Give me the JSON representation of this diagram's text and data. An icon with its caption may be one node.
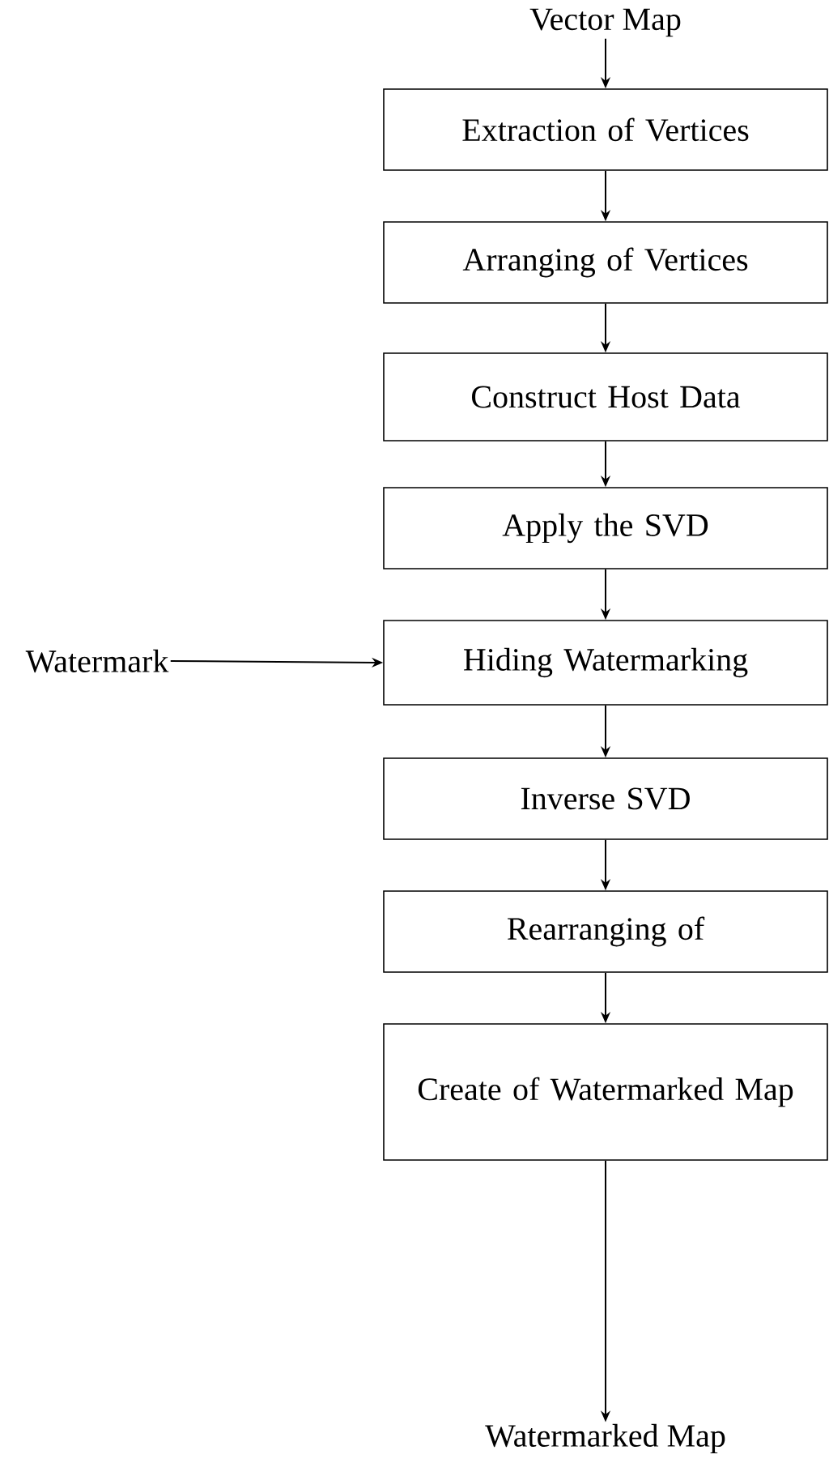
{
  "diagram": {
    "nodes": [
      {
        "text": [
          "Vector Map"
        ]
      },
      {
        "text": [
          "Extraction of Vertices"
        ]
      },
      {
        "text": [
          "Arranging of Vertices"
        ]
      },
      {
        "text": [
          "Construct Host Data"
        ]
      },
      {
        "text": [
          "Apply the SVD"
        ]
      },
      {
        "text": [
          "Watermark"
        ]
      },
      {
        "text": [
          "Hiding Watermarking"
        ]
      },
      {
        "text": [
          "Inverse SVD"
        ]
      },
      {
        "text": [
          "Rearranging of"
        ]
      },
      {
        "text": [
          "Create of Watermarked Map"
        ]
      },
      {
        "text": [
          "Watermarked Map"
        ]
      }
    ],
    "edges": [
      {
        "from": 0,
        "to": 1,
        "arrow": "to"
      },
      {
        "from": 1,
        "to": 2,
        "arrow": "to"
      },
      {
        "from": 2,
        "to": 3,
        "arrow": "to"
      },
      {
        "from": 3,
        "to": 4,
        "arrow": "to"
      },
      {
        "from": 4,
        "to": 6,
        "arrow": "to"
      },
      {
        "from": 5,
        "to": 6,
        "arrow": "to"
      },
      {
        "from": 6,
        "to": 7,
        "arrow": "to"
      },
      {
        "from": 7,
        "to": 8,
        "arrow": "to"
      },
      {
        "from": 8,
        "to": 9,
        "arrow": "to"
      },
      {
        "from": 9,
        "to": 10,
        "arrow": "to"
      }
    ]
  }
}
